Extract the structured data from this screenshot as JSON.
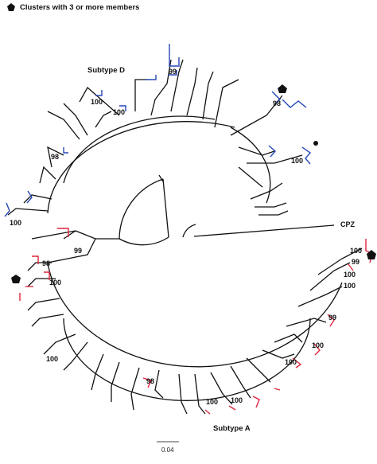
{
  "legend": {
    "text": "Clusters with 3 or more members",
    "icon": "pentagon-icon"
  },
  "groups": {
    "subtype_d": "Subtype D",
    "subtype_a": "Subtype A",
    "outgroup": "CPZ"
  },
  "bootstrap_values": [
    "99",
    "100",
    "100",
    "98",
    "98",
    "100",
    "100",
    "99",
    "98",
    "100",
    "100",
    "99",
    "100",
    "100",
    "99",
    "100",
    "100",
    "100",
    "98",
    "100",
    "100"
  ],
  "scale_bar": {
    "label": "0.04"
  },
  "colors": {
    "branch": "#111111",
    "subtype_d_cluster": "#2748b8",
    "subtype_a_cluster": "#e0243c",
    "marker": "#111111"
  }
}
